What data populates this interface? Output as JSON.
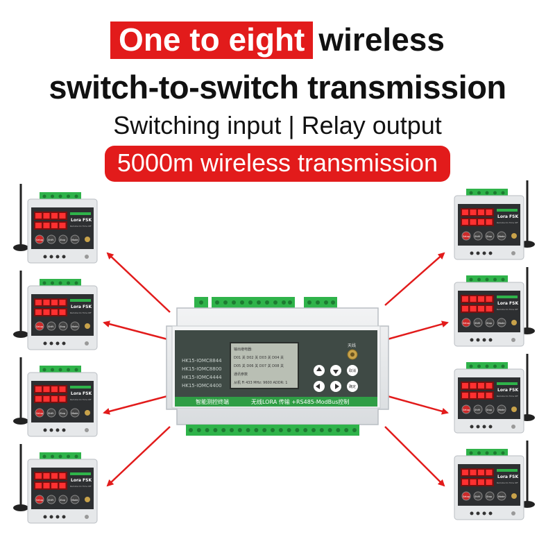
{
  "headline": {
    "highlight": "One to eight",
    "line1_rest": "wireless",
    "line2": "switch-to-switch transmission",
    "line3": "Switching input | Relay output",
    "badge": "5000m wireless transmission"
  },
  "hub": {
    "models": [
      "HK15-IOMC8844",
      "HK15-IOMC8800",
      "HK15-IOMC4444",
      "HK15-IOMC4400"
    ],
    "lcd_lines": [
      "输出继电器:",
      "D01 关  D02 关  D03 关  D04 关",
      "D05 关  D06 关  D07 关  D08 关",
      "通讯参数",
      "从机 Fi 433 MHz: 9600 ADDR: 1"
    ],
    "antenna_label": "天线",
    "cancel_label": "取消",
    "confirm_label": "确定",
    "banner_left": "智能测控终端",
    "banner_right": "无线LORA 传输 +RS485-ModBus控制"
  },
  "node": {
    "brand": "Lora FSK",
    "sub": "Remote On Time Off",
    "buttons": [
      "Setup",
      "Shift",
      "Stop",
      "Mode"
    ]
  },
  "colors": {
    "accent": "#e21b1b",
    "terminal": "#2fb34a",
    "device": "#e6e8ea"
  }
}
